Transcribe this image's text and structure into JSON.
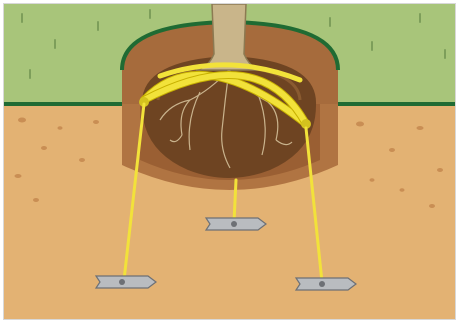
{
  "colors": {
    "sky_grass": "#a8c57a",
    "grass_tuft": "#7d9e5a",
    "soil": "#e3b273",
    "soil_speck": "#c98e54",
    "ground_line": "#1f6b33",
    "pit_wall": "#a66b3c",
    "pit_floor": "#8a552c",
    "root_ball": "#6e4422",
    "root_ball_highlight": "#9c6a3b",
    "trunk": "#c9b58a",
    "strap": "#f2e23a",
    "strap_edge": "#c7b000",
    "anchor": "#b9bcc0",
    "anchor_edge": "#6d7075"
  },
  "diagram": {
    "subject": "tree-root-ball-anchoring",
    "parts": [
      "ground-surface",
      "planting-pit",
      "root-ball",
      "trunk",
      "roots",
      "support-straps",
      "guy-lines",
      "ground-anchors"
    ],
    "anchor_count": 3,
    "guy_line_count": 3
  }
}
